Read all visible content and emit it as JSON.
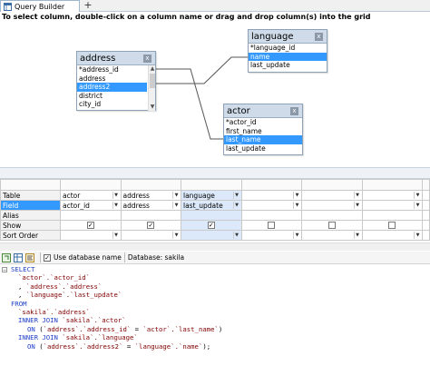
{
  "tab": {
    "label": "Query Builder",
    "icon": "query-builder-icon",
    "add": "+"
  },
  "hint": "To select column, double-click on a column name or drag and drop column(s) into the grid",
  "tables": {
    "address": {
      "title": "address",
      "close": "x",
      "fields": [
        "*address_id",
        "address",
        "address2",
        "district",
        "city_id"
      ],
      "selected": "address2"
    },
    "language": {
      "title": "language",
      "close": "x",
      "fields": [
        "*language_id",
        "name",
        "last_update"
      ],
      "selected": "name"
    },
    "actor": {
      "title": "actor",
      "close": "x",
      "fields": [
        "*actor_id",
        "first_name",
        "last_name",
        "last_update"
      ],
      "selected": "last_name"
    }
  },
  "grid": {
    "row_labels": [
      "Table",
      "Field",
      "Alias",
      "Show",
      "Sort Order"
    ],
    "columns": [
      {
        "table": "actor",
        "field": "actor_id",
        "show": true
      },
      {
        "table": "address",
        "field": "address",
        "show": true
      },
      {
        "table": "language",
        "field": "last_update",
        "show": true
      },
      {
        "table": "",
        "field": "",
        "show": false
      },
      {
        "table": "",
        "field": "",
        "show": false
      },
      {
        "table": "",
        "field": "",
        "show": false
      }
    ]
  },
  "toolbar": {
    "use_db_name_label": "Use database name",
    "database_label": "Database: sakila"
  },
  "sql": [
    {
      "indent": 1,
      "parts": [
        [
          "kw",
          "SELECT"
        ]
      ]
    },
    {
      "indent": 2,
      "parts": [
        [
          "str",
          "`actor`.`actor_id`"
        ]
      ]
    },
    {
      "indent": 2,
      "parts": [
        [
          "",
          ", "
        ],
        [
          "str",
          "`address`.`address`"
        ]
      ]
    },
    {
      "indent": 2,
      "parts": [
        [
          "",
          ", "
        ],
        [
          "str",
          "`language`.`last_update`"
        ]
      ]
    },
    {
      "indent": 1,
      "parts": [
        [
          "kw",
          "FROM"
        ]
      ]
    },
    {
      "indent": 2,
      "parts": [
        [
          "str",
          "`sakila`.`address`"
        ]
      ]
    },
    {
      "indent": 2,
      "parts": [
        [
          "kw",
          "INNER JOIN "
        ],
        [
          "str",
          "`sakila`.`actor`"
        ]
      ]
    },
    {
      "indent": 3,
      "parts": [
        [
          "kw",
          "ON "
        ],
        [
          "",
          "("
        ],
        [
          "str",
          "`address`.`address_id`"
        ],
        [
          "",
          " = "
        ],
        [
          "str",
          "`actor`.`last_name`"
        ],
        [
          "",
          ")"
        ]
      ]
    },
    {
      "indent": 2,
      "parts": [
        [
          "kw",
          "INNER JOIN "
        ],
        [
          "str",
          "`sakila`.`language`"
        ]
      ]
    },
    {
      "indent": 3,
      "parts": [
        [
          "kw",
          "ON "
        ],
        [
          "",
          "("
        ],
        [
          "str",
          "`address`.`address2`"
        ],
        [
          "",
          " = "
        ],
        [
          "str",
          "`language`.`name`"
        ],
        [
          "",
          ");"
        ]
      ]
    }
  ]
}
